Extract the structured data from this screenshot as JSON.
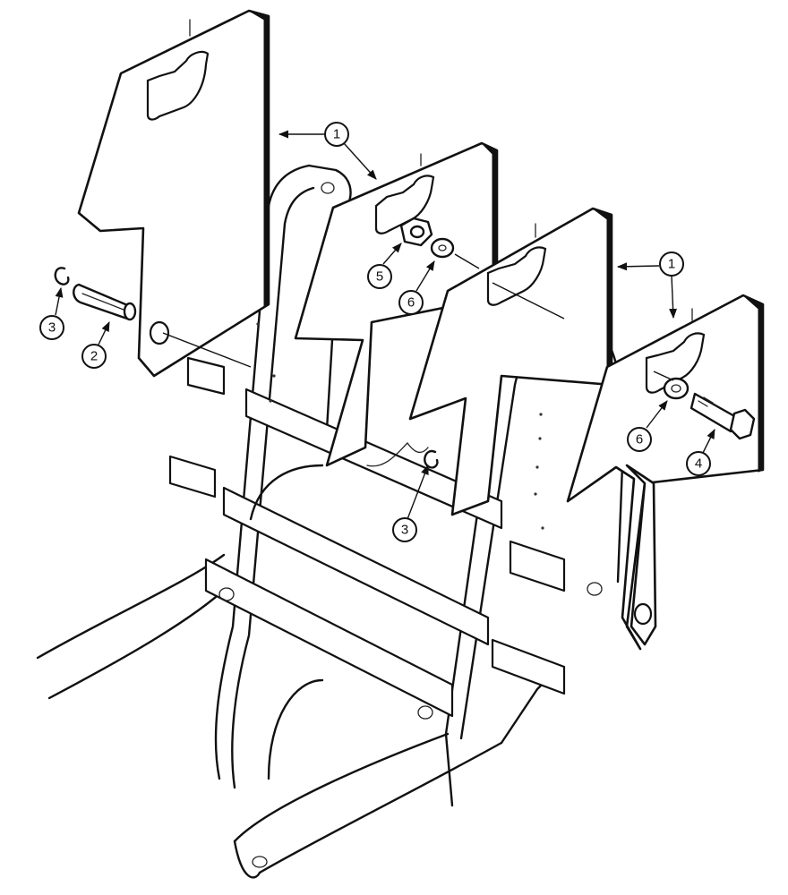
{
  "diagram": {
    "type": "exploded-parts-view",
    "callouts": [
      {
        "id": "callout-1a",
        "label": "1"
      },
      {
        "id": "callout-1b",
        "label": "1"
      },
      {
        "id": "callout-2",
        "label": "2"
      },
      {
        "id": "callout-3a",
        "label": "3"
      },
      {
        "id": "callout-3b",
        "label": "3"
      },
      {
        "id": "callout-4",
        "label": "4"
      },
      {
        "id": "callout-5",
        "label": "5"
      },
      {
        "id": "callout-6a",
        "label": "6"
      },
      {
        "id": "callout-6b",
        "label": "6"
      }
    ]
  }
}
